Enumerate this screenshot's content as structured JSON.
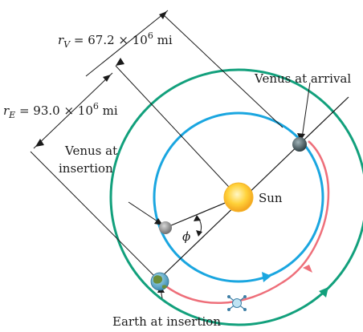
{
  "labels": {
    "rv_sym": "r",
    "rv_sub": "V",
    "rv_value": " = 67.2 × 10",
    "rv_exp": "6",
    "rv_unit": " mi",
    "re_sym": "r",
    "re_sub": "E",
    "re_value": " = 93.0 × 10",
    "re_exp": "6",
    "re_unit": " mi",
    "venus_arrival": "Venus at arrival",
    "venus_insertion_1": "Venus at",
    "venus_insertion_2": "insertion",
    "sun": "Sun",
    "phi": "ϕ",
    "earth_insertion": "Earth at insertion"
  },
  "colors": {
    "earth_orbit": "#12a07c",
    "venus_orbit": "#1aa6e0",
    "transfer_orbit": "#ee6f7a",
    "sun_core": "#ffd23a",
    "sun_edge": "#f3a21d",
    "lines": "#1a1a1a"
  },
  "icons": {
    "sun": "sun-icon",
    "venus_arrival": "planet-venus-icon",
    "venus_insertion": "planet-venus-icon",
    "earth": "planet-earth-icon",
    "spacecraft": "spacecraft-icon"
  }
}
